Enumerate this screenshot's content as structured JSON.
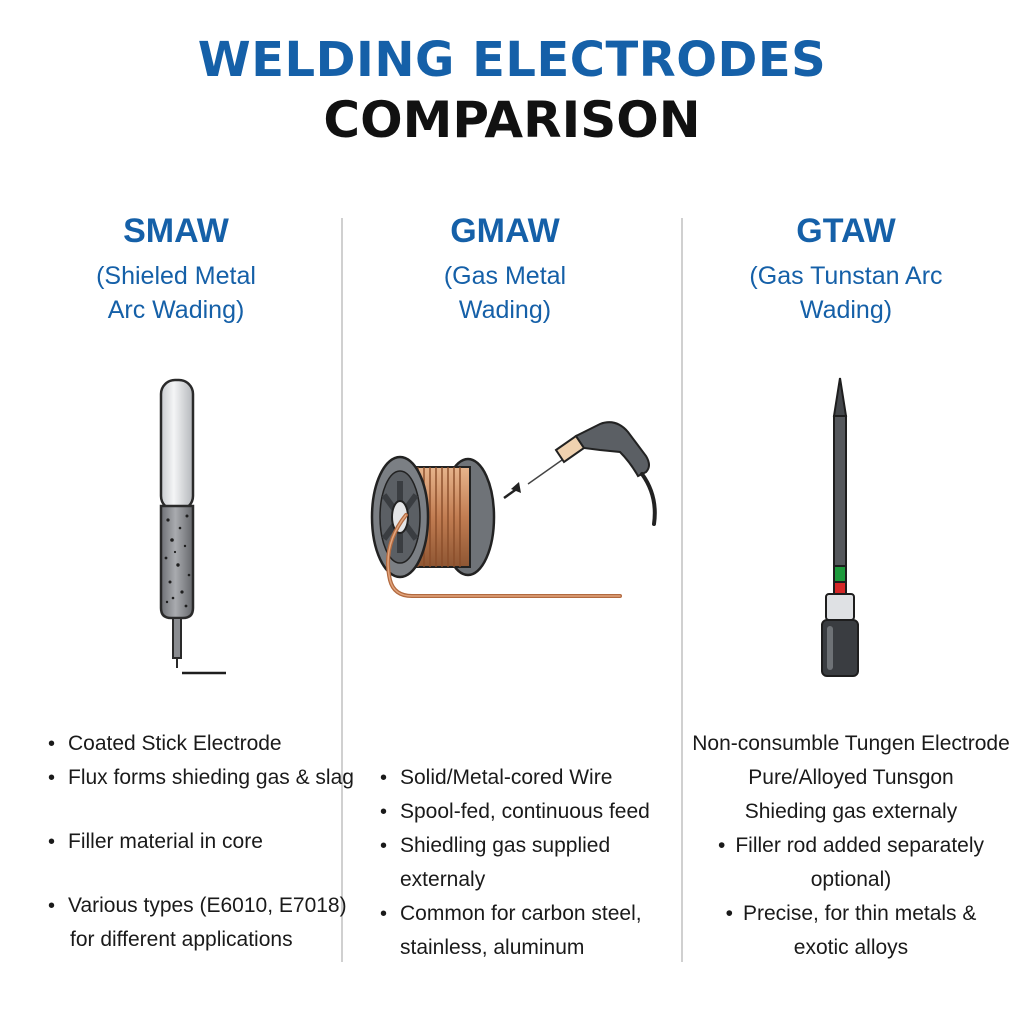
{
  "title": {
    "line1": "WELDING ELECTRODES",
    "line2": "COMPARISON"
  },
  "columns": [
    {
      "abbr": "SMAW",
      "full_line1": "(Shieled Metal",
      "full_line2": "Arc Wading)",
      "bullets": [
        "Coated Stick Electrode",
        "Flux forms shieding gas & slag",
        "Filler material in core",
        "Various types (E6010, E7018)",
        "for different applications"
      ]
    },
    {
      "abbr": "GMAW",
      "full_line1": "(Gas Metal",
      "full_line2": "Wading)",
      "bullets": [
        "Solid/Metal-cored Wire",
        "Spool-fed, continuous feed",
        "Shiedling gas supplied",
        "externaly",
        "Common for carbon steel,",
        "stainless, aluminum"
      ]
    },
    {
      "abbr": "GTAW",
      "full_line1": "(Gas Tunstan Arc",
      "full_line2": "Wading)",
      "bullets": [
        "Non-consumble Tungen Electrode",
        "Pure/Alloyed Tunsgon",
        "Shieding gas externaly",
        "Filler rod added separately",
        "optional)",
        "Precise, for thin metals &",
        "exotic alloys"
      ]
    }
  ],
  "bullet_glyph": "•",
  "colors": {
    "accent": "#1560a8",
    "copper": "#c8865a",
    "steel": "#5a5d62"
  },
  "icons": [
    "stick-electrode-icon",
    "wire-spool-icon",
    "mig-torch-icon",
    "tungsten-electrode-icon"
  ]
}
